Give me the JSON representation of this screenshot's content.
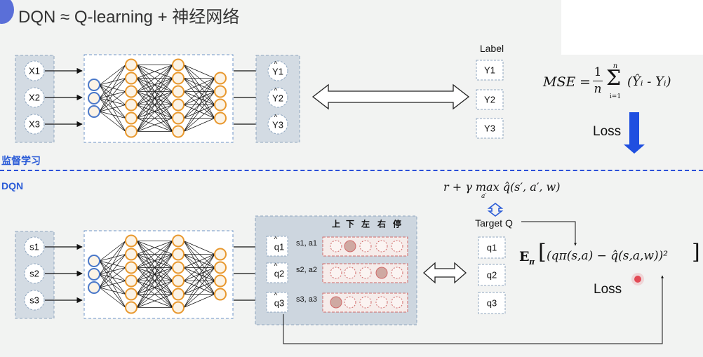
{
  "title": "DQN ≈ Q-learning + 神经网络",
  "supervised": {
    "section_label": "监督学习",
    "inputs": [
      "X1",
      "X2",
      "X3"
    ],
    "outputs": [
      "Y1",
      "Y2",
      "Y3"
    ],
    "label_title": "Label",
    "labels": [
      "Y1",
      "Y2",
      "Y3"
    ],
    "mse": {
      "lhs": "MSE",
      "frac_num": "1",
      "frac_den": "n",
      "sum_top": "n",
      "sum_bottom": "i=1",
      "body": "(Ŷᵢ - Yᵢ)"
    },
    "loss": "Loss"
  },
  "dqn": {
    "section_label": "DQN",
    "inputs": [
      "s1",
      "s2",
      "s3"
    ],
    "outputs": [
      "q1",
      "q2",
      "q3"
    ],
    "state_actions": [
      "s1, a1",
      "s2, a2",
      "s3, a3"
    ],
    "actions": [
      "上",
      "下",
      "左",
      "右",
      "停"
    ],
    "selected_action_index": [
      1,
      3,
      0
    ],
    "target_title": "Target Q",
    "targets": [
      "q1",
      "q2",
      "q3"
    ],
    "target_formula": "r + γ max q̂(s′, a′, w)",
    "target_formula_sub": "a′",
    "expectation": "E",
    "expectation_sub": "π",
    "loss_formula": "(qπ(s,a) − q̂(s,a,w))²",
    "loss": "Loss"
  },
  "colors": {
    "accent_blue": "#2a5bd7",
    "arrow_blue": "#1f4fe0",
    "node_blue": "#4a78c9",
    "node_orange": "#e8982e",
    "node_fill": "#fbf3e6",
    "panel_gray": "#d3dbe3",
    "action_red": "#d06a6a",
    "selected_dot": "#cfa9a2"
  }
}
